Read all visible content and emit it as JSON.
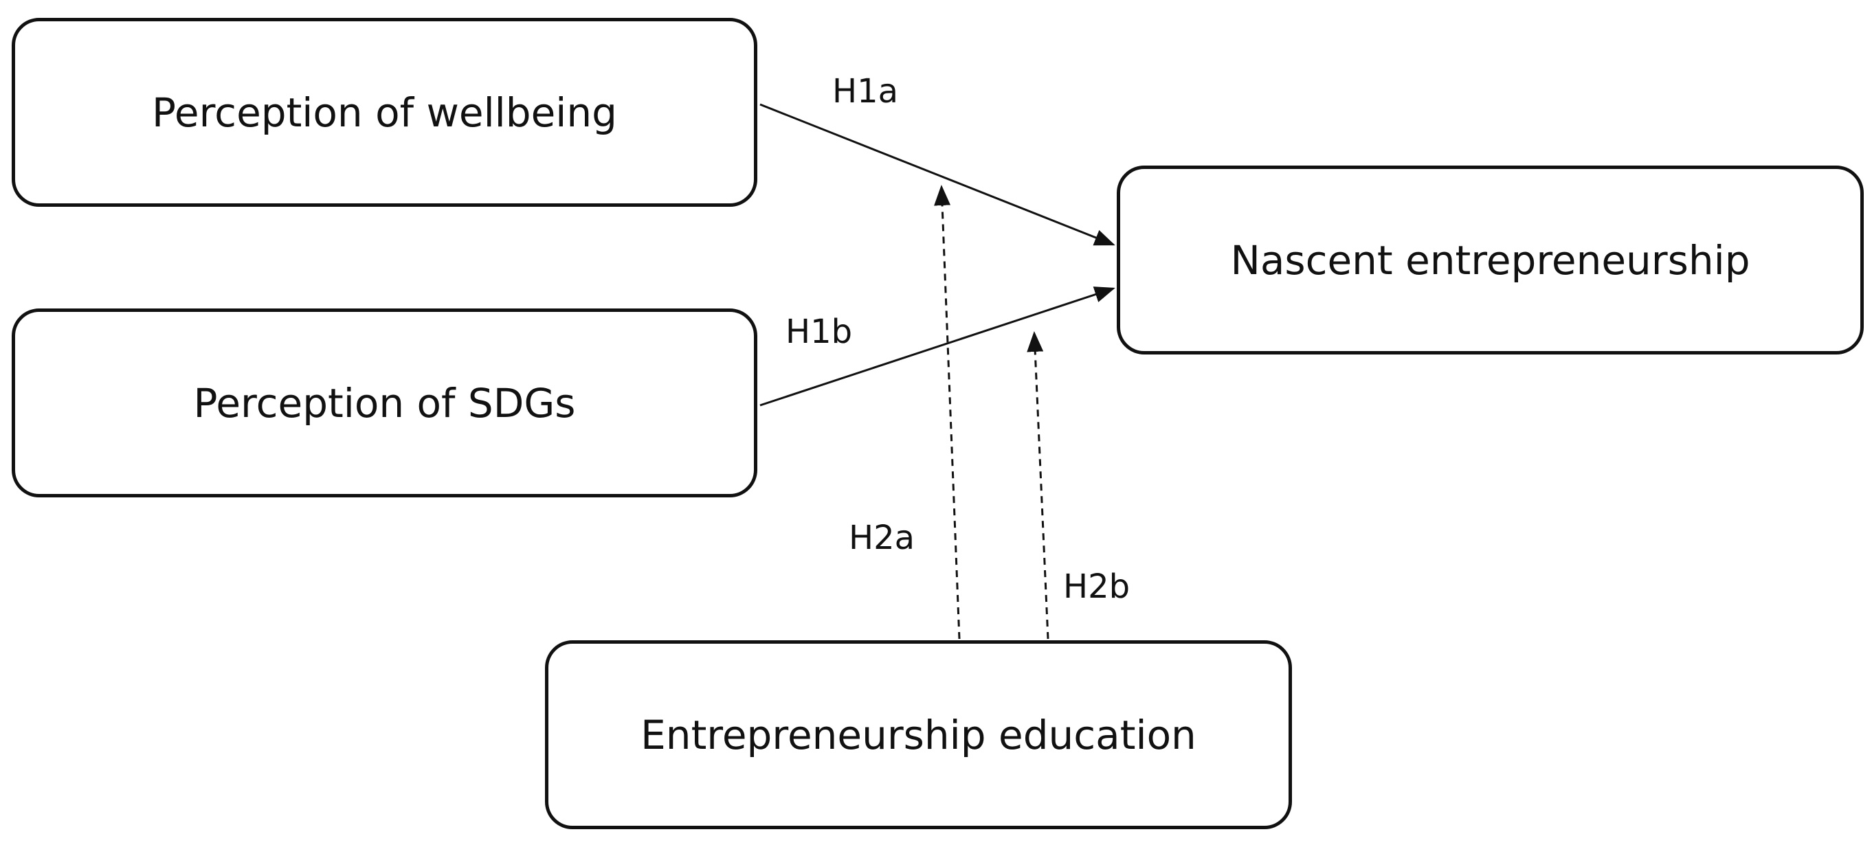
{
  "nodes": {
    "wellbeing": {
      "label": "Perception of wellbeing"
    },
    "sdgs": {
      "label": "Perception of SDGs"
    },
    "nascent": {
      "label": "Nascent entrepreneurship"
    },
    "education": {
      "label": "Entrepreneurship education"
    }
  },
  "edges": {
    "h1a": {
      "label": "H1a",
      "from": "Perception of wellbeing",
      "to": "Nascent entrepreneurship",
      "style": "solid"
    },
    "h1b": {
      "label": "H1b",
      "from": "Perception of SDGs",
      "to": "Nascent entrepreneurship",
      "style": "solid"
    },
    "h2a": {
      "label": "H2a",
      "from": "Entrepreneurship education",
      "to": "H1a",
      "style": "dashed"
    },
    "h2b": {
      "label": "H2b",
      "from": "Entrepreneurship education",
      "to": "H1b",
      "style": "dashed"
    }
  },
  "colors": {
    "stroke": "#111111",
    "background": "#ffffff"
  }
}
